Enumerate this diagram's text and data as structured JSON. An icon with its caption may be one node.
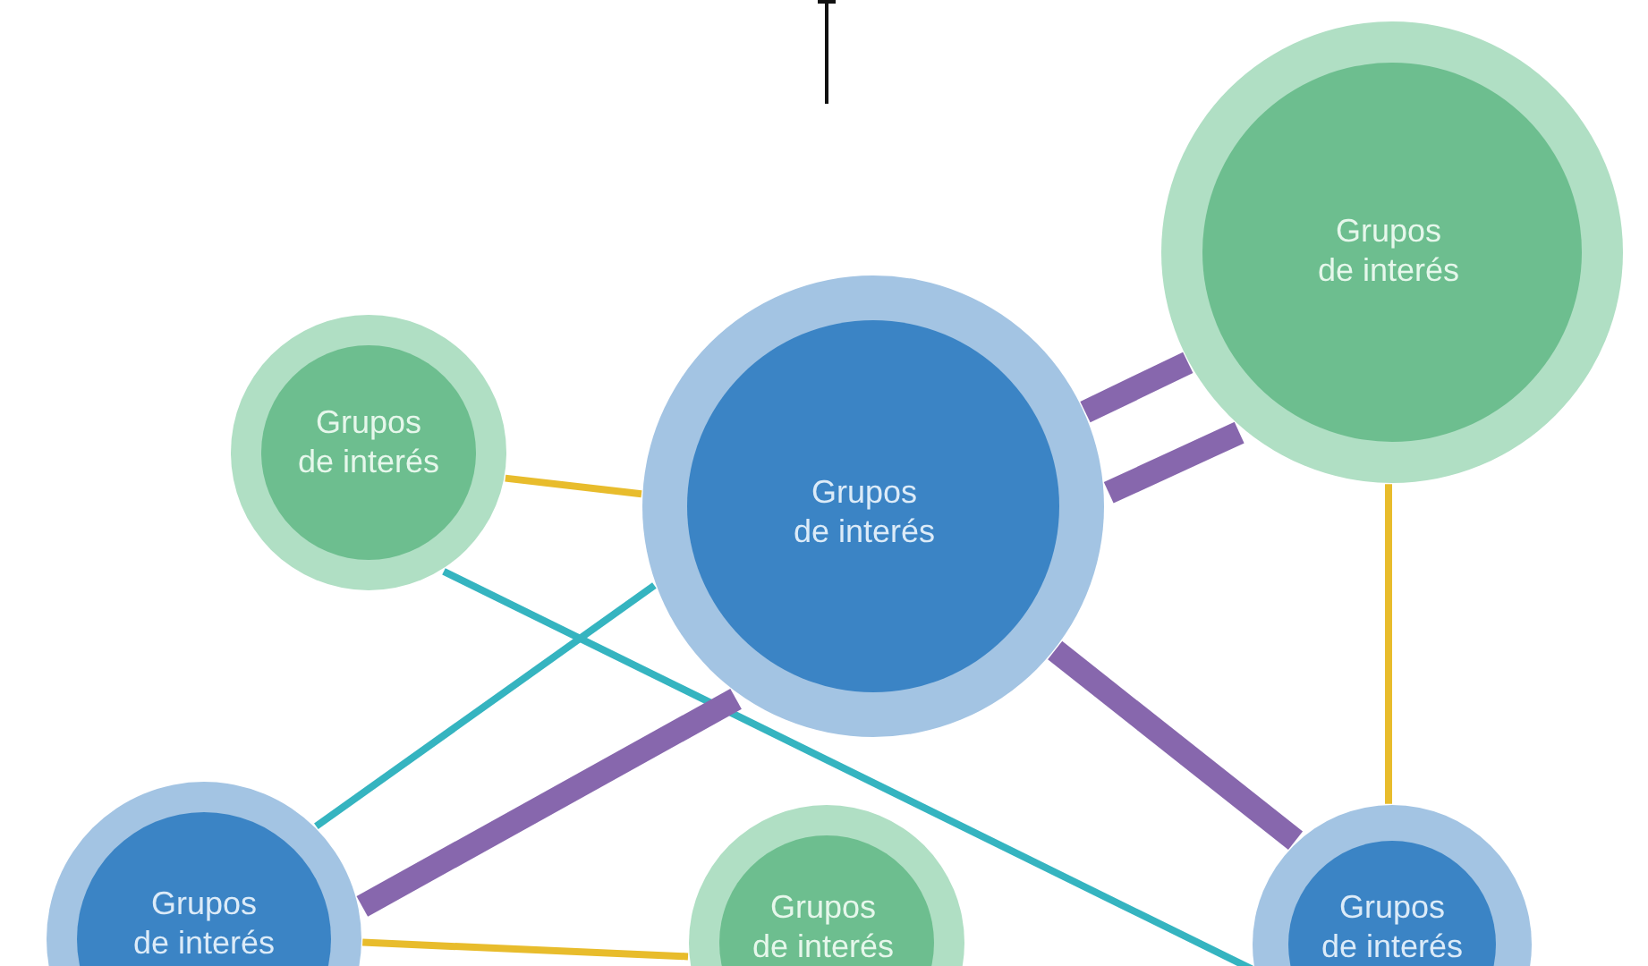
{
  "diagram": {
    "nodes": [
      {
        "text": [
          "Grupos de interés"
        ]
      },
      {
        "text": [
          "Grupos de interés"
        ]
      },
      {
        "text": [
          "Grupos de interés"
        ]
      },
      {
        "text": [
          "Grupos de interés"
        ]
      },
      {
        "text": [
          "Grupos de interés"
        ]
      },
      {
        "text": [
          "Grupos de interés"
        ]
      }
    ],
    "edges": [
      {
        "from": 2,
        "to": 0,
        "arrow": "none",
        "style": "thick"
      },
      {
        "from": 2,
        "to": 0,
        "arrow": "none",
        "style": "thick"
      },
      {
        "from": 1,
        "to": 2,
        "arrow": "none",
        "color": "#e8bc2c"
      },
      {
        "from": 1,
        "to": 5,
        "arrow": "none",
        "color": "#35b4c0"
      },
      {
        "from": 3,
        "to": 2,
        "arrow": "none",
        "color": "#35b4c0"
      },
      {
        "from": 2,
        "to": 3,
        "arrow": "none",
        "style": "thick"
      },
      {
        "from": 2,
        "to": 5,
        "arrow": "none",
        "style": "thick"
      },
      {
        "from": 0,
        "to": 5,
        "arrow": "none",
        "color": "#e8bc2c"
      },
      {
        "from": 3,
        "to": 4,
        "arrow": "none",
        "color": "#e8bc2c"
      }
    ]
  }
}
